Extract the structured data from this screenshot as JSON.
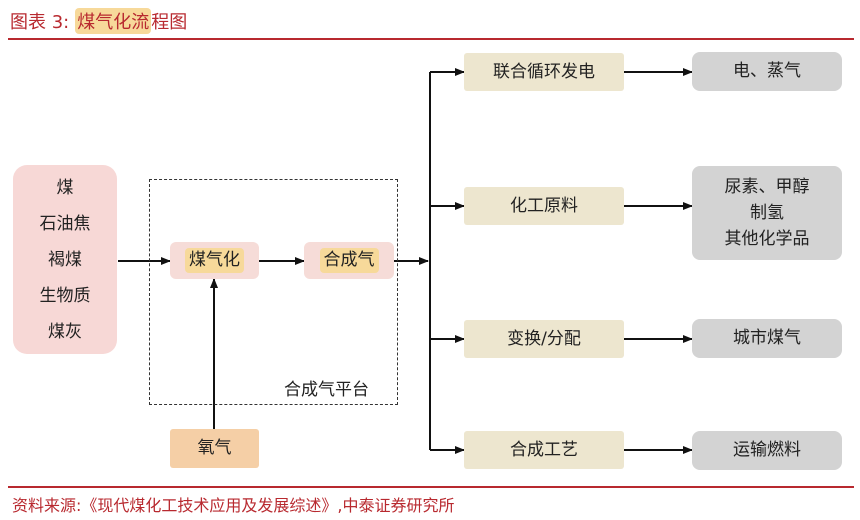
{
  "header": {
    "prefix": "图表 3:",
    "highlight": "煤气化流",
    "suffix": "程图"
  },
  "diagram": {
    "inputs": [
      "煤",
      "石油焦",
      "褐煤",
      "生物质",
      "煤灰"
    ],
    "gasification": "煤气化",
    "syngas": "合成气",
    "platform_label": "合成气平台",
    "oxygen": "氧气",
    "processes": [
      {
        "label": "联合循环发电",
        "products": [
          "电、蒸气"
        ]
      },
      {
        "label": "化工原料",
        "products": [
          "尿素、甲醇",
          "制氢",
          "其他化学品"
        ]
      },
      {
        "label": "变换/分配",
        "products": [
          "城市煤气"
        ]
      },
      {
        "label": "合成工艺",
        "products": [
          "运输燃料"
        ]
      }
    ]
  },
  "footer": {
    "source": "资料来源:《现代煤化工技术应用及发展综述》,中泰证券研究所"
  },
  "colors": {
    "accent": "#b8292f",
    "highlight": "#f7d99a",
    "input_box": "#f7d8d6",
    "process_box": "#ede6cf",
    "product_box": "#d3d3d3",
    "oxygen_box": "#f5cfa6"
  }
}
